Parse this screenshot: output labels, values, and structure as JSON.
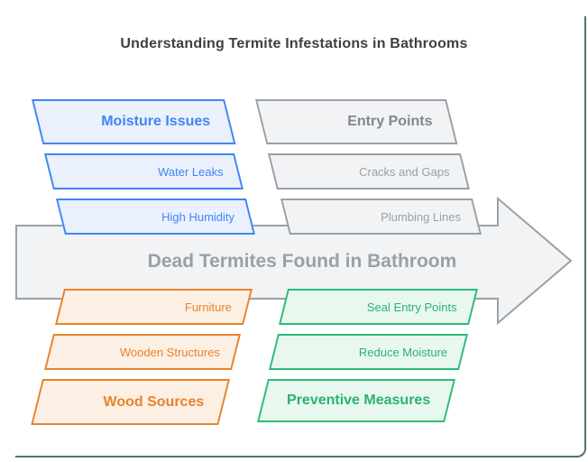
{
  "title": "Understanding Termite Infestations in Bathrooms",
  "arrow": {
    "label": "Dead Termites Found in Bathroom"
  },
  "groups": {
    "moisture": {
      "header": "Moisture Issues",
      "items": [
        "Water Leaks",
        "High Humidity"
      ]
    },
    "entry": {
      "header": "Entry Points",
      "items": [
        "Cracks and Gaps",
        "Plumbing Lines"
      ]
    },
    "wood": {
      "header": "Wood Sources",
      "items": [
        "Furniture",
        "Wooden Structures"
      ]
    },
    "preventive": {
      "header": "Preventive Measures",
      "items": [
        "Seal Entry Points",
        "Reduce Moisture"
      ]
    }
  },
  "colors": {
    "moisture": "#4285F4",
    "entry": "#9AA0A6",
    "wood": "#E8832D",
    "preventive": "#2BBD7A",
    "arrow_fill": "#F1F3F4",
    "arrow_stroke": "#9AA0A6",
    "title_text": "#3C4043",
    "frame_border": "#4C7A58"
  }
}
